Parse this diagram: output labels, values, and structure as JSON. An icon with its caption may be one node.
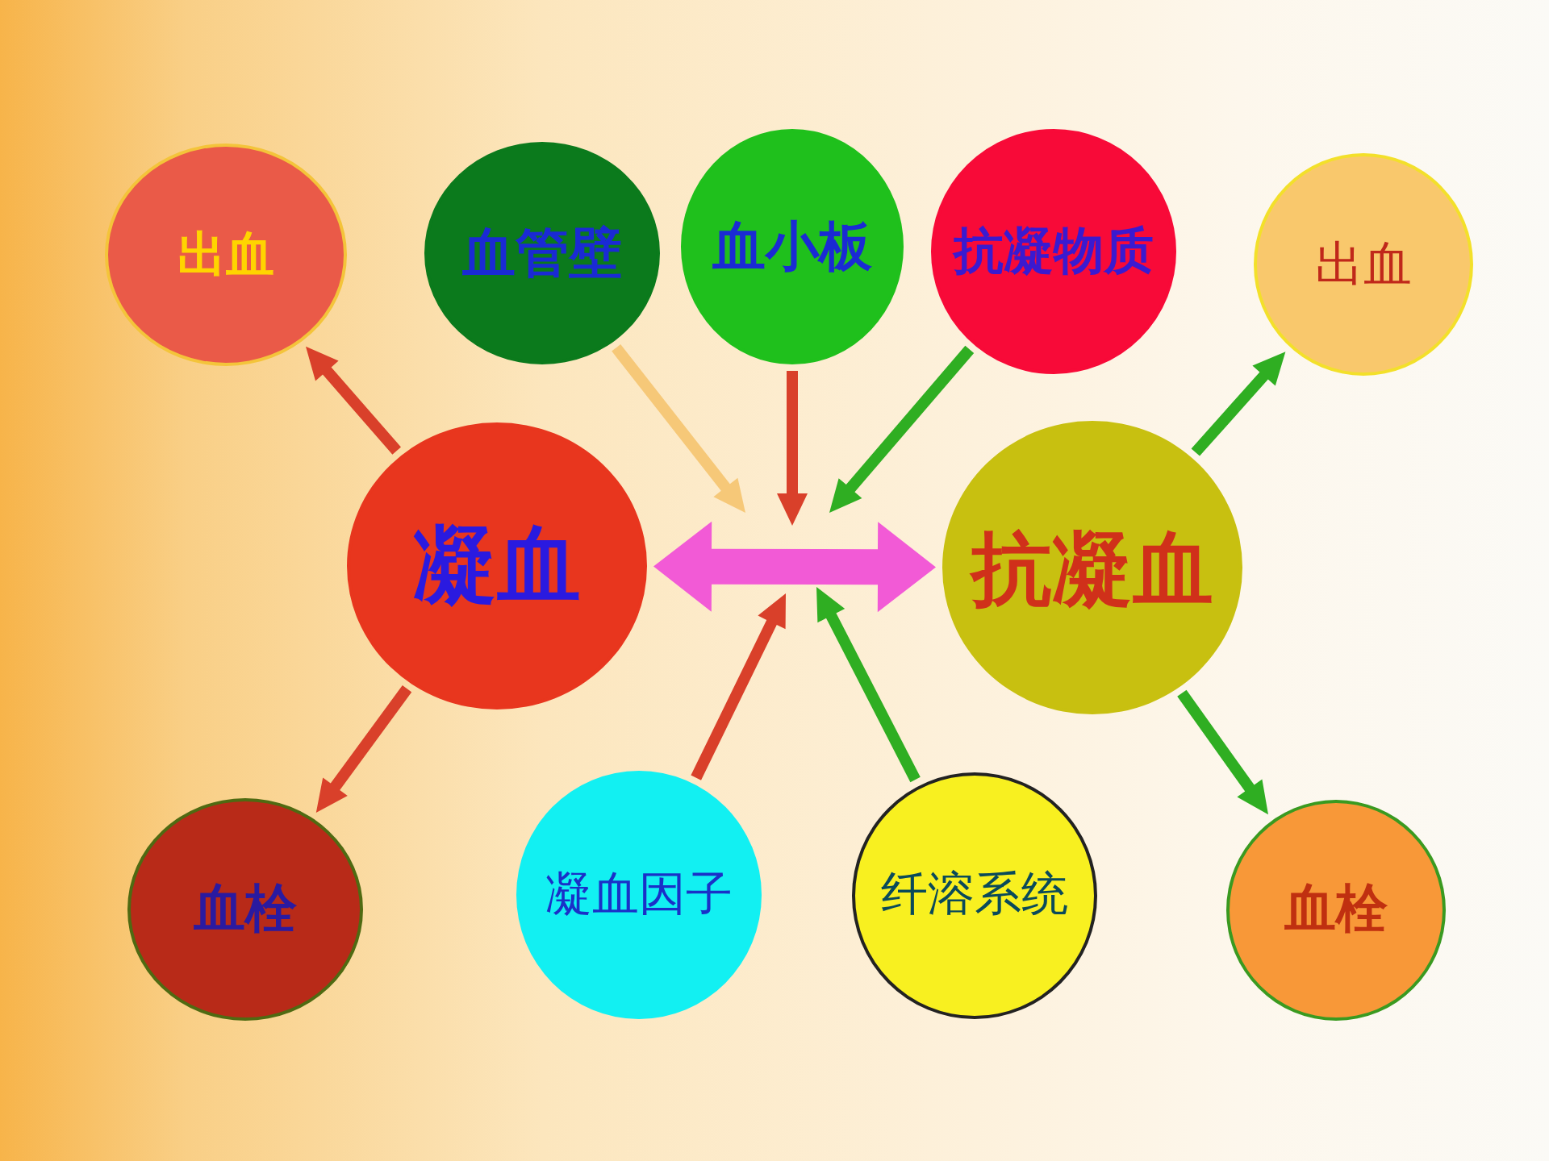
{
  "diagram": {
    "nodes": [
      {
        "text": [
          "出血"
        ]
      },
      {
        "text": [
          "血管壁"
        ]
      },
      {
        "text": [
          "血小板"
        ]
      },
      {
        "text": [
          "抗凝物质"
        ]
      },
      {
        "text": [
          "出血"
        ]
      },
      {
        "text": [
          "凝血"
        ]
      },
      {
        "text": [
          "抗凝血"
        ]
      },
      {
        "text": [
          "血栓"
        ]
      },
      {
        "text": [
          "凝血因子"
        ]
      },
      {
        "text": [
          "纤溶系统"
        ]
      },
      {
        "text": [
          "血栓"
        ]
      }
    ],
    "edges": [
      {
        "from": 5,
        "to": 6,
        "arrow": "both",
        "style": "thick",
        "color": "#f25ad6"
      },
      {
        "from": 5,
        "to": 0,
        "arrow": "to",
        "color": "#d9402a"
      },
      {
        "from": 5,
        "to": 7,
        "arrow": "to",
        "color": "#d9402a"
      },
      {
        "from": 1,
        "to": null,
        "arrow": "to",
        "color": "#f6c878"
      },
      {
        "from": 2,
        "to": null,
        "arrow": "to",
        "color": "#d9402a"
      },
      {
        "from": 3,
        "to": null,
        "arrow": "to",
        "color": "#2fae22"
      },
      {
        "from": 8,
        "to": null,
        "arrow": "to",
        "color": "#d9402a"
      },
      {
        "from": 9,
        "to": null,
        "arrow": "to",
        "color": "#2fae22"
      },
      {
        "from": 6,
        "to": 4,
        "arrow": "to",
        "color": "#2fae22"
      },
      {
        "from": 6,
        "to": 10,
        "arrow": "to",
        "color": "#2fae22"
      }
    ]
  }
}
